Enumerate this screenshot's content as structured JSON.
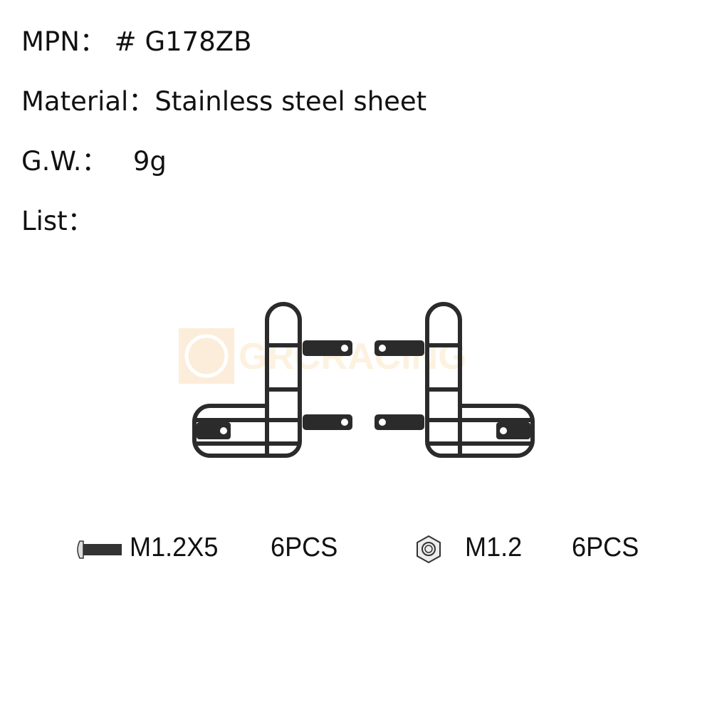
{
  "specs": {
    "mpn_label": "MPN： #",
    "mpn_value": "G178ZB",
    "material_label": "Material：",
    "material_value": "Stainless steel sheet",
    "gw_label": "G.W.：",
    "gw_value": "9g",
    "list_label": "List："
  },
  "watermark": "GRCRACING",
  "parts": [
    {
      "icon": "screw-icon",
      "name": "M1.2X5",
      "qty": "6PCS"
    },
    {
      "icon": "hex-nut-icon",
      "name": "M1.2",
      "qty": "6PCS"
    }
  ],
  "colors": {
    "line": "#2b2b2b",
    "watermark": "#fbe7c8"
  }
}
